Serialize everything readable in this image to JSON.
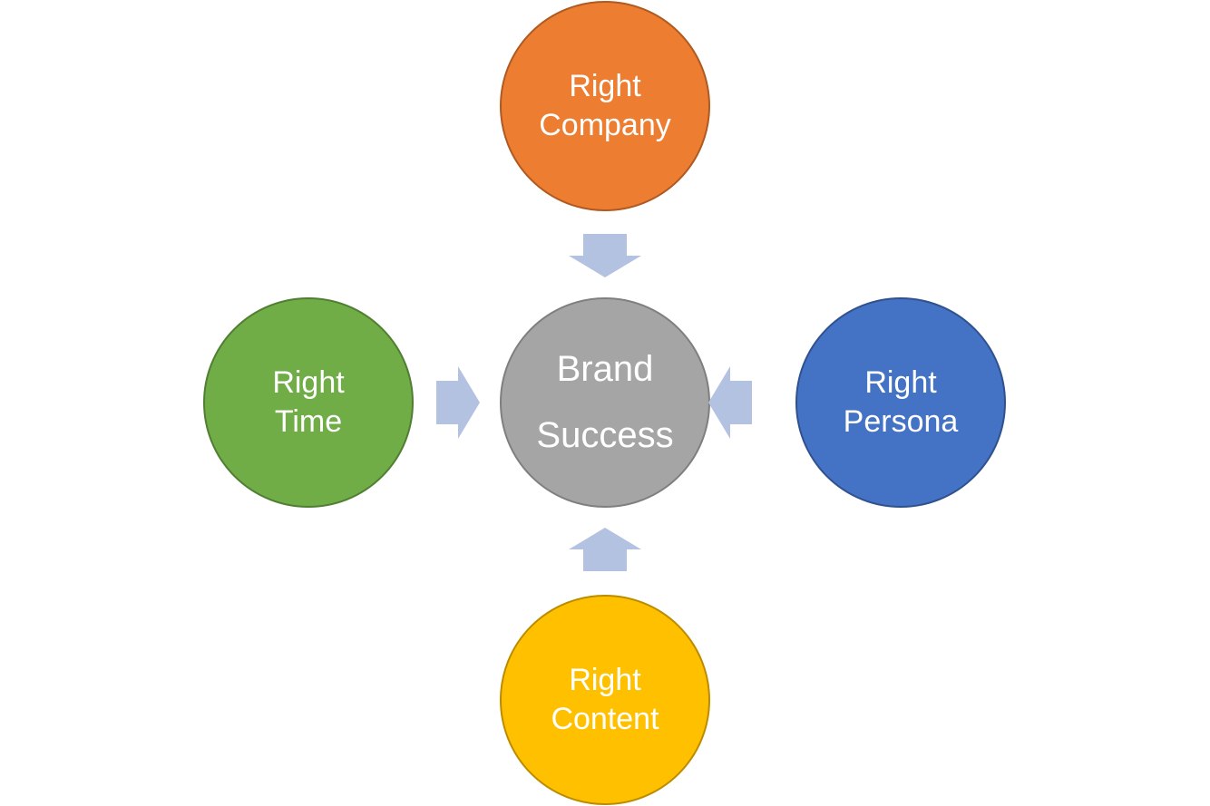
{
  "diagram": {
    "center": {
      "line1": "Brand",
      "line2": "Success",
      "fill": "#a5a5a5",
      "stroke": "#7f7f7f"
    },
    "top": {
      "line1": "Right",
      "line2": "Company",
      "fill": "#ed7d31",
      "stroke": "#ae5a21"
    },
    "left": {
      "line1": "Right",
      "line2": "Time",
      "fill": "#70ad47",
      "stroke": "#507e32"
    },
    "right": {
      "line1": "Right",
      "line2": "Persona",
      "fill": "#4472c4",
      "stroke": "#2f528f"
    },
    "bottom": {
      "line1": "Right",
      "line2": "Content",
      "fill": "#ffc000",
      "stroke": "#bc8c00"
    },
    "arrow_color": "#b4c2e1"
  }
}
